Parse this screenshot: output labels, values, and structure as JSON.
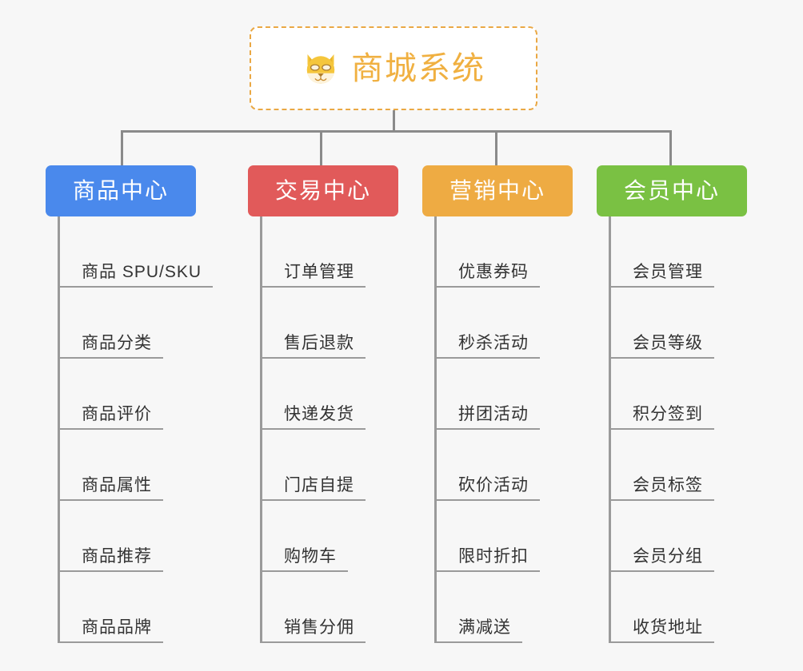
{
  "page": {
    "background_color": "#f7f7f7",
    "connector_color": "#8a8a8a",
    "leaf_line_color": "#9a9a9a",
    "leaf_text_color": "#333333"
  },
  "root": {
    "title": "商城系统",
    "icon": "dog-face-emoji",
    "text_color": "#f0b041",
    "border_color": "#eaa844",
    "fill_color": "#ffffff"
  },
  "branches": [
    {
      "label": "商品中心",
      "color": "#4a89ec",
      "items": [
        "商品 SPU/SKU",
        "商品分类",
        "商品评价",
        "商品属性",
        "商品推荐",
        "商品品牌"
      ]
    },
    {
      "label": "交易中心",
      "color": "#e15a5a",
      "items": [
        "订单管理",
        "售后退款",
        "快递发货",
        "门店自提",
        "购物车",
        "销售分佣"
      ]
    },
    {
      "label": "营销中心",
      "color": "#eeab43",
      "items": [
        "优惠券码",
        "秒杀活动",
        "拼团活动",
        "砍价活动",
        "限时折扣",
        "满减送"
      ]
    },
    {
      "label": "会员中心",
      "color": "#7ac143",
      "items": [
        "会员管理",
        "会员等级",
        "积分签到",
        "会员标签",
        "会员分组",
        "收货地址"
      ]
    }
  ]
}
